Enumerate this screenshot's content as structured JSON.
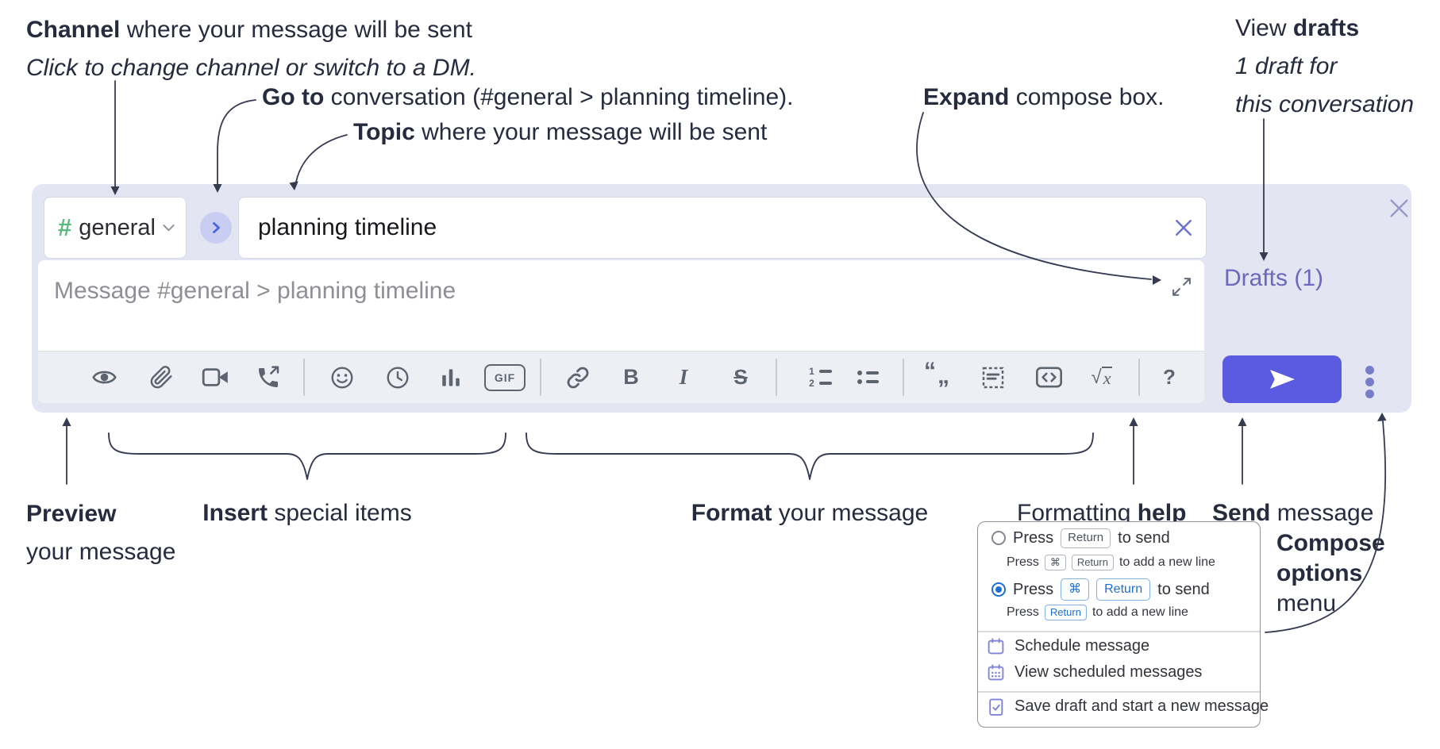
{
  "annotations": {
    "channel_line1_bold": "Channel",
    "channel_line1_rest": " where your message will be sent",
    "channel_line2_italic": "Click to change channel or switch to a DM.",
    "goto_bold": "Go to",
    "goto_rest": " conversation (#general > planning timeline).",
    "topic_bold": "Topic",
    "topic_rest": " where your message will be sent",
    "expand_bold": "Expand",
    "expand_rest": " compose box.",
    "drafts_line1_pre": "View ",
    "drafts_line1_bold": "drafts",
    "drafts_line2": "1 draft for",
    "drafts_line3": "this conversation",
    "preview_bold": "Preview",
    "preview_line2": "your message",
    "insert_bold": "Insert",
    "insert_rest": " special items",
    "format_bold": "Format",
    "format_rest": " your message",
    "help_pre": "Formatting ",
    "help_bold": "help",
    "send_bold": "Send",
    "send_rest": " message",
    "options_line1": "Compose",
    "options_line2": "options",
    "options_line3": "menu"
  },
  "compose": {
    "channel_hash": "#",
    "channel_name": "general",
    "topic_value": "planning timeline",
    "message_placeholder": "Message #general > planning timeline",
    "drafts_link": "Drafts (1)",
    "gif_label": "GIF",
    "bold_label": "B",
    "italic_label": "I",
    "strike_label": "S",
    "quote_open": "“",
    "quote_close": "„",
    "ol_num1": "1",
    "ol_num2": "2",
    "math_radical": "√",
    "math_var": "x",
    "help_label": "?"
  },
  "popup": {
    "opt1_pre": "Press",
    "opt1_key1": "Return",
    "opt1_post": "to send",
    "opt1_sub_pre": "Press",
    "opt1_sub_key1": "⌘",
    "opt1_sub_key2": "Return",
    "opt1_sub_post": "to add a new line",
    "opt2_pre": "Press",
    "opt2_key1": "⌘",
    "opt2_key2": "Return",
    "opt2_post": "to send",
    "opt2_sub_pre": "Press",
    "opt2_sub_key1": "Return",
    "opt2_sub_post": "to add a new line",
    "item_schedule": "Schedule message",
    "item_view_scheduled": "View scheduled messages",
    "item_save_draft": "Save draft and start a new message"
  },
  "colors": {
    "compose_bg": "#e3e5f2",
    "send_button": "#5a5be0",
    "drafts_link": "#6b68bd",
    "hash_green": "#5aba7f",
    "goto_circle_bg": "#c8cdf1",
    "goto_chevron": "#4a63dd",
    "key_blue": "#1d6fd4",
    "popup_icon_violet": "#7f83d9",
    "toolbar_icon_gray": "#5d6470",
    "annotation_ink": "#262b3e"
  }
}
